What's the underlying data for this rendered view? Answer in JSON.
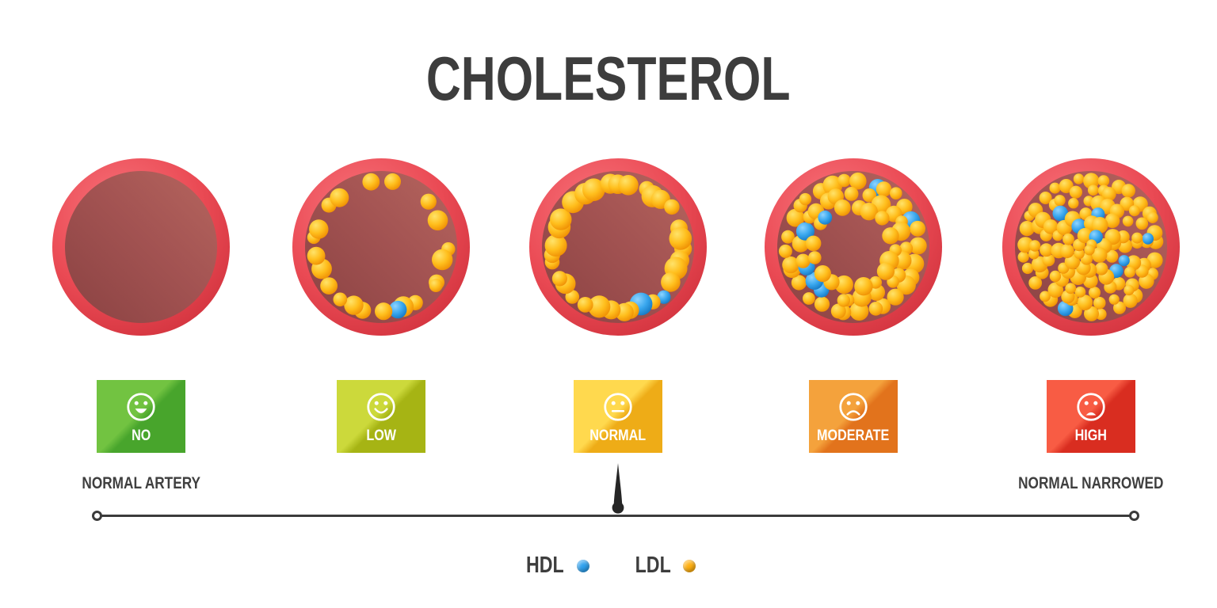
{
  "title": "CHOLESTEROL",
  "captions": {
    "left": "NORMAL ARTERY",
    "right": "NORMAL NARROWED"
  },
  "legend": {
    "hdl_label": "HDL",
    "ldl_label": "LDL",
    "hdl_color": "#2fa1ee",
    "ldl_color": "#ffb011"
  },
  "artery_colors": {
    "wall_outer": "#ea4a54",
    "lumen": "#a35352",
    "ldl_ball": "#ffbe1c",
    "hdl_ball": "#39a7ee"
  },
  "stages": [
    {
      "label": "NO",
      "face": "happy",
      "color_light": "#72c341",
      "color_dark": "#48a52c",
      "fill": {
        "rings": [],
        "ball_min": 0,
        "ball_max": 0,
        "blue_prob": 0
      }
    },
    {
      "label": "LOW",
      "face": "smile",
      "color_light": "#ccd93b",
      "color_dark": "#a6b414",
      "fill": {
        "rings": [
          {
            "frac": 1,
            "count": 27,
            "skip": 0.15
          }
        ],
        "ball_min": 8,
        "ball_max": 14,
        "blue_prob": 0.15
      }
    },
    {
      "label": "NORMAL",
      "face": "neutral",
      "color_light": "#ffd94e",
      "color_dark": "#eeac17",
      "fill": {
        "rings": [
          {
            "frac": 1,
            "count": 33,
            "skip": 0.05
          }
        ],
        "ball_min": 8.5,
        "ball_max": 14.5,
        "blue_prob": 0.1
      }
    },
    {
      "label": "MODERATE",
      "face": "sad",
      "color_light": "#f4a23c",
      "color_dark": "#e2731c",
      "fill": {
        "rings": [
          {
            "frac": 1,
            "count": 30
          },
          {
            "frac": 0.8,
            "count": 24
          },
          {
            "frac": 0.62,
            "count": 17
          }
        ],
        "ball_min": 7.5,
        "ball_max": 12.5,
        "blue_prob": 0.12
      }
    },
    {
      "label": "HIGH",
      "face": "frown",
      "color_light": "#f85c44",
      "color_dark": "#d92d20",
      "fill": {
        "rings": [
          {
            "frac": 1,
            "count": 32
          },
          {
            "frac": 0.84,
            "count": 27
          },
          {
            "frac": 0.68,
            "count": 22
          },
          {
            "frac": 0.52,
            "count": 17
          },
          {
            "frac": 0.36,
            "count": 12
          },
          {
            "frac": 0.2,
            "count": 7
          },
          {
            "frac": 0.06,
            "count": 2
          }
        ],
        "ball_min": 6.5,
        "ball_max": 10.5,
        "blue_prob": 0.1
      }
    }
  ]
}
